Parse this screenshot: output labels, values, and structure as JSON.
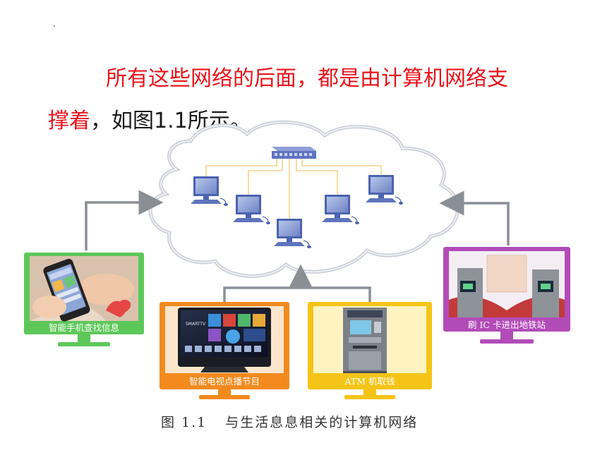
{
  "text": {
    "line1_red": "所有这些网络的后面，都是由计算机网络支",
    "line2_red": "撑着",
    "line2_black": "，如图1.1所示。"
  },
  "devices": {
    "phone": "智能手机查找信息",
    "tv": "智能电视点播节目",
    "atm": "ATM 机取钱",
    "subway": "刷 IC 卡进出地铁站",
    "tv_brand": "SMARTTV"
  },
  "caption": {
    "number": "图 1.1",
    "title": "与生活息息相关的计算机网络"
  },
  "colors": {
    "red_text": "#e8141b",
    "phone_frame": "#5cc85a",
    "tv_frame": "#f28a1e",
    "atm_frame": "#f5c416",
    "subway_frame": "#b24bb8",
    "cable": "#f3d48a",
    "arrow": "#8a8f96"
  }
}
